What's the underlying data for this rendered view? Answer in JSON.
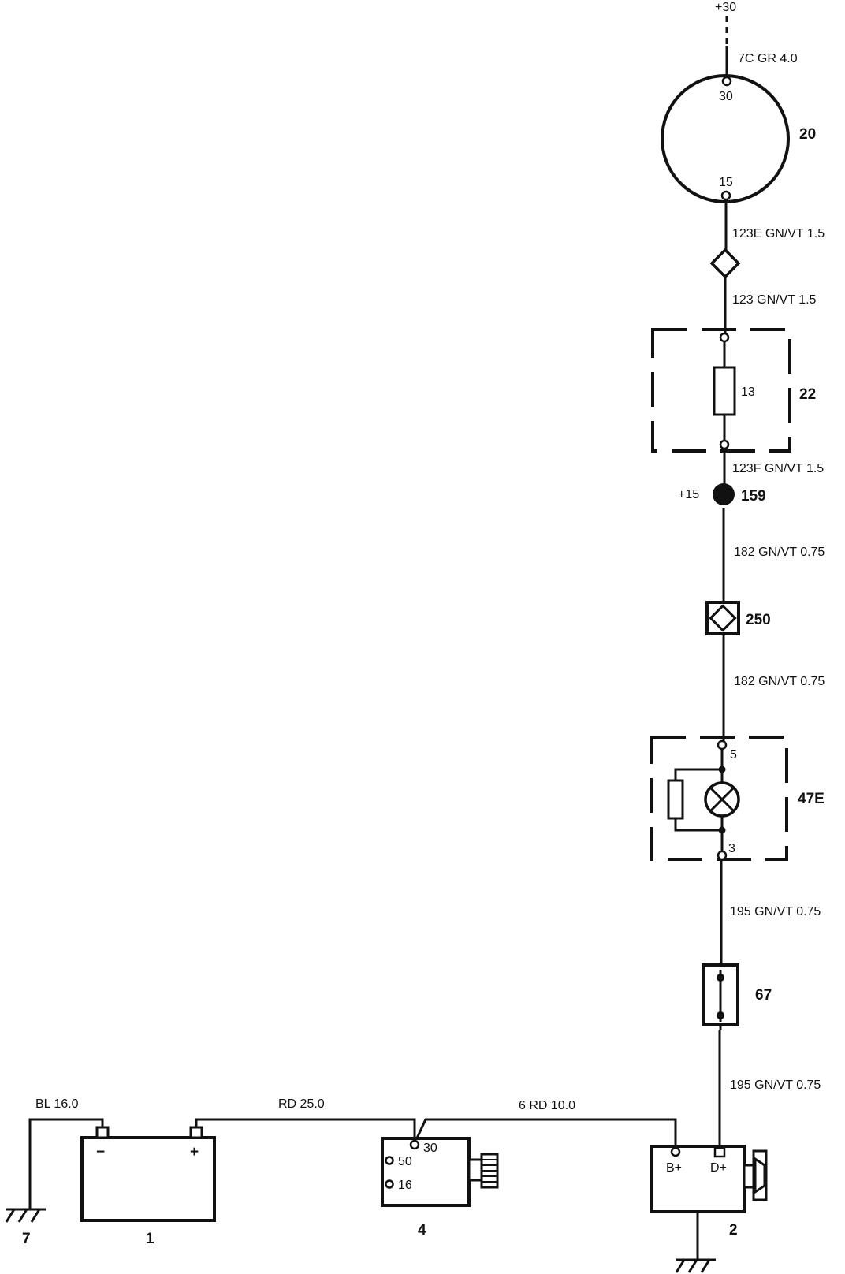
{
  "supply": {
    "plus30": "+30",
    "plus15": "+15"
  },
  "components": {
    "c20": "20",
    "c22": "22",
    "c159": "159",
    "c250": "250",
    "c47e": "47E",
    "c67": "67",
    "c1": "1",
    "c4": "4",
    "c2": "2",
    "c7": "7"
  },
  "terminals": {
    "t30_top": "30",
    "t15": "15",
    "fuse13": "13",
    "t5": "5",
    "t3": "3",
    "batt_minus": "−",
    "batt_plus": "+",
    "s30": "30",
    "s50": "50",
    "s16": "16",
    "bplus": "B+",
    "dplus": "D+"
  },
  "wires": {
    "w7c": "7C GR 4.0",
    "w123e": "123E GN/VT 1.5",
    "w123": "123 GN/VT 1.5",
    "w123f": "123F GN/VT 1.5",
    "w182a": "182 GN/VT 0.75",
    "w182b": "182 GN/VT 0.75",
    "w195a": "195 GN/VT 0.75",
    "w195b": "195 GN/VT 0.75",
    "wbl": "BL 16.0",
    "wrd25": "RD 25.0",
    "w6rd": "6 RD 10.0"
  }
}
